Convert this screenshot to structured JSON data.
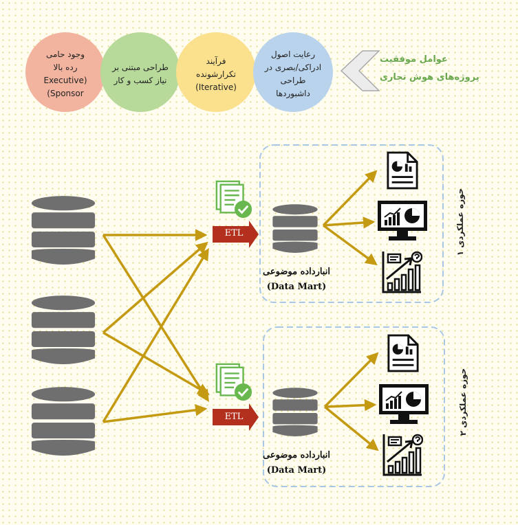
{
  "title": "عوامل موفقیت\nپروژه‌های هوش تجاری",
  "factors": [
    {
      "text": "وجود حامی\nرده بالا\n(Executive\nSponsor)",
      "color": "#f2b49f"
    },
    {
      "text": "طراحی مبتنی بر\nنیاز کسب و کار",
      "color": "#b7da9b"
    },
    {
      "text": "فرآیند\nتکرارشونده\n(Iterative)",
      "color": "#fbe18d"
    },
    {
      "text": "رعایت اصول\nادراکی/بصری در\nطراحی\nداشبوردها",
      "color": "#b9d3ec"
    }
  ],
  "etl_label": "ETL",
  "domains": [
    {
      "label": "حوزه عملکردی ۱",
      "mart_label": "انبارداده موضوعی",
      "mart_label_en": "(Data Mart)"
    },
    {
      "label": "حوزه عملکردی ۲",
      "mart_label": "انبارداده موضوعی",
      "mart_label_en": "(Data Mart)"
    }
  ],
  "icons": {
    "sources": "database-icon",
    "etl_doc": "document-check-icon",
    "report": "report-document-icon",
    "dashboard": "dashboard-monitor-icon",
    "analytics": "growth-chart-icon"
  },
  "colors": {
    "arrow": "#c49a12",
    "database": "#6f6f6f",
    "etl": "#b3301f",
    "doc_green": "#69b84f",
    "dashed_box": "#a9c7e4"
  }
}
